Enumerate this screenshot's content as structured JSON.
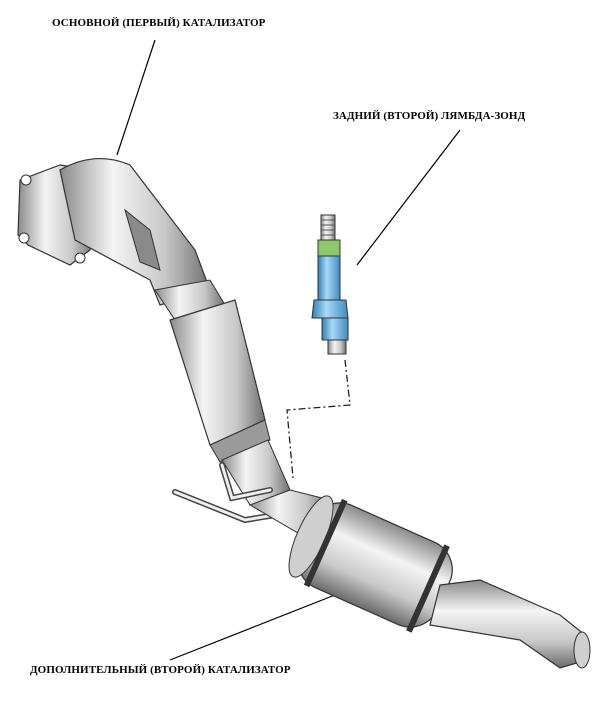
{
  "labels": {
    "primary_catalyst": "ОСНОВНОЙ (ПЕРВЫЙ) КАТАЛИЗАТОР",
    "rear_lambda_probe": "ЗАДНИЙ (ВТОРОЙ) ЛЯМБДА-ЗОНД",
    "secondary_catalyst": "ДОПОЛНИТЕЛЬНЫЙ (ВТОРОЙ) КАТАЛИЗАТОР"
  },
  "colors": {
    "metal_light": "#f2f2f2",
    "metal_mid": "#bdbdbd",
    "metal_dark": "#6e6e6e",
    "sensor_blue": "#6fb6e6",
    "sensor_green": "#7fbf5a"
  }
}
